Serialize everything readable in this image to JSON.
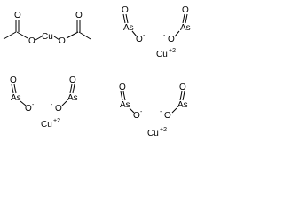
{
  "diagram": {
    "title": "",
    "copper_acetate": {
      "oxygen_left": "O",
      "copper": "Cu",
      "oxygen_right": "O",
      "carbonyl_oxygen_left": "O",
      "carbonyl_oxygen_right": "O"
    },
    "arsenite_ions": [
      {
        "oxo": "O",
        "arsenic": "As",
        "oxide": "O",
        "charge": "-"
      },
      {
        "oxo": "O",
        "arsenic": "As",
        "oxide": "O",
        "charge": "-"
      },
      {
        "oxo": "O",
        "arsenic": "As",
        "oxide": "O",
        "charge": "-"
      },
      {
        "oxo": "O",
        "arsenic": "As",
        "oxide": "O",
        "charge": "-"
      },
      {
        "oxo": "O",
        "arsenic": "As",
        "oxide": "O",
        "charge": "-"
      },
      {
        "oxo": "O",
        "arsenic": "As",
        "oxide": "O",
        "charge": "-"
      }
    ],
    "copper_ions": [
      {
        "symbol": "Cu",
        "charge": "+2"
      },
      {
        "symbol": "Cu",
        "charge": "+2"
      },
      {
        "symbol": "Cu",
        "charge": "+2"
      }
    ]
  }
}
